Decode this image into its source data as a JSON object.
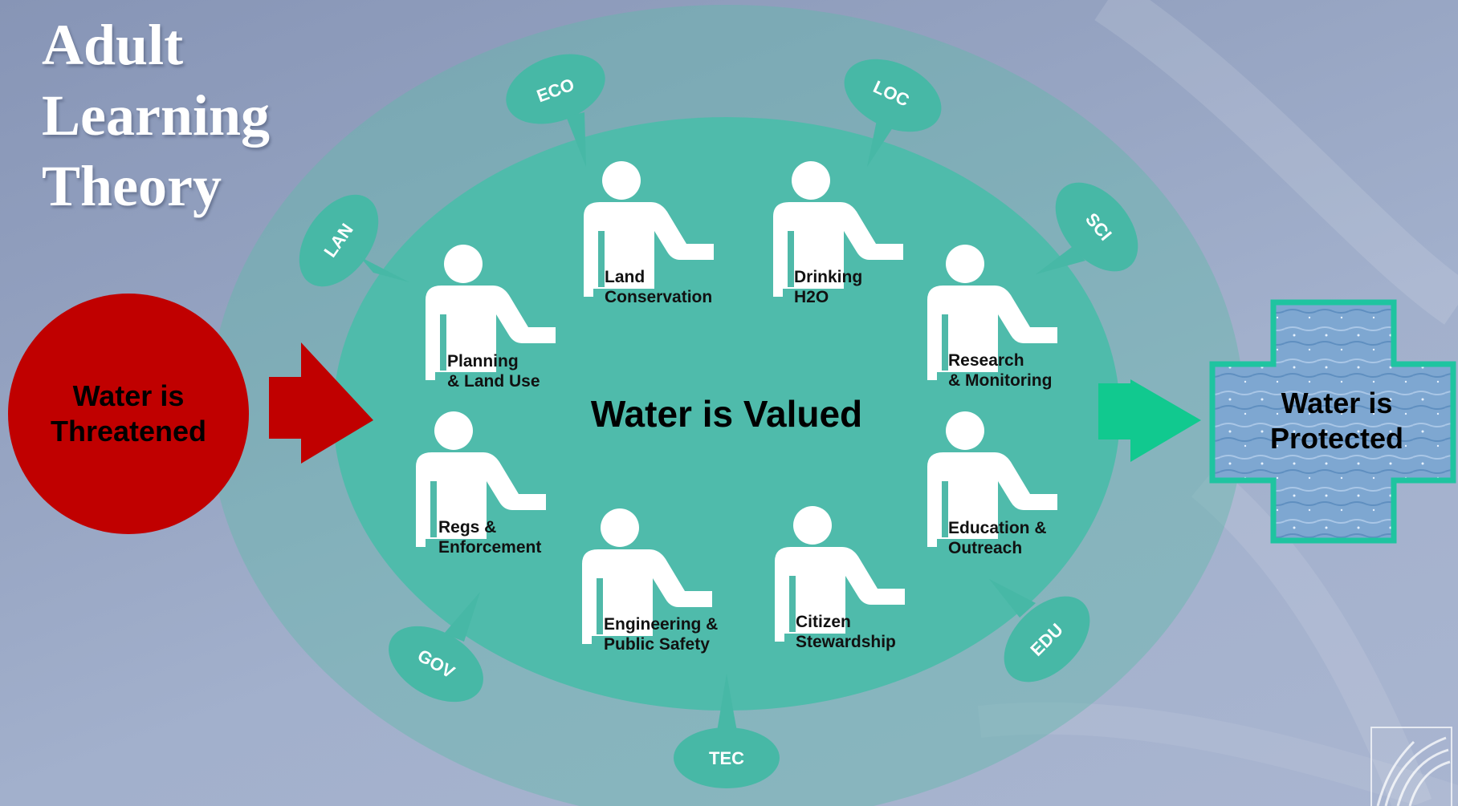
{
  "title_lines": [
    "Adult",
    "Learning",
    "Theory"
  ],
  "center_label": "Water is Valued",
  "start_node": {
    "line1": "Water is",
    "line2": "Threatened",
    "color": "#c00000"
  },
  "end_node": {
    "line1": "Water is",
    "line2": "Protected",
    "border_color": "#1fc4a0"
  },
  "colors": {
    "teal": "#47b8a6",
    "arrow_red": "#c00000",
    "arrow_green": "#11c98f"
  },
  "people": [
    {
      "line1": "Land",
      "line2": "Conservation"
    },
    {
      "line1": "Drinking",
      "line2": "H2O"
    },
    {
      "line1": "Planning",
      "line2": "& Land Use"
    },
    {
      "line1": "Research",
      "line2": "& Monitoring"
    },
    {
      "line1": "Regs &",
      "line2": "Enforcement"
    },
    {
      "line1": "Education &",
      "line2": "Outreach"
    },
    {
      "line1": "Engineering &",
      "line2": "Public Safety"
    },
    {
      "line1": "Citizen",
      "line2": "Stewardship"
    }
  ],
  "bubbles": [
    "ECO",
    "LOC",
    "LAN",
    "SCI",
    "GOV",
    "EDU",
    "TEC"
  ]
}
